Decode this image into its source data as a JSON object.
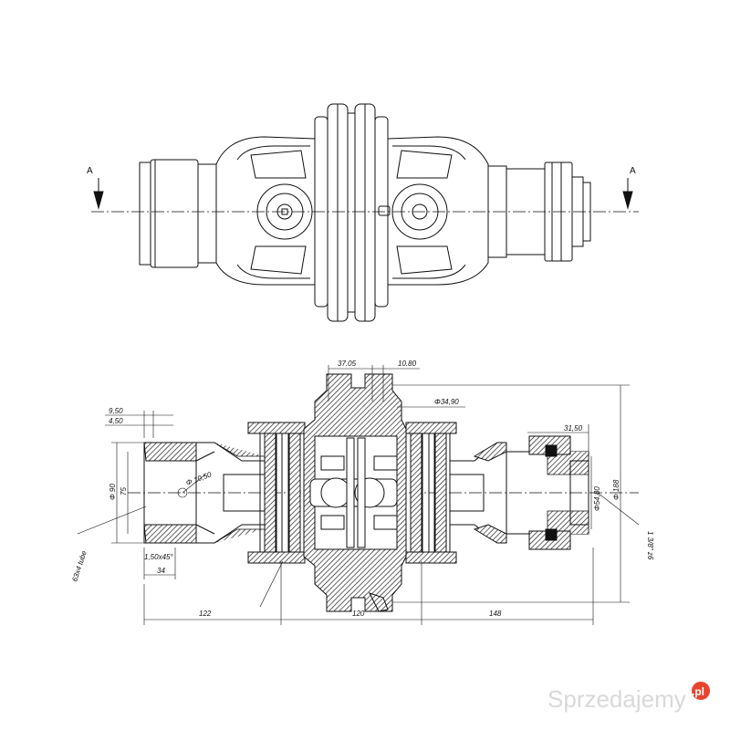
{
  "section_marks": {
    "left": "A",
    "right": "A"
  },
  "dimensions": {
    "d_37_05": "37.05",
    "d_10_80": "10.80",
    "d_phi_34_90": "Φ34,90",
    "d_9_50": "9,50",
    "d_4_50": "4,50",
    "d_phi_10_50": "Φ 10,50",
    "d_phi_90": "Φ 90",
    "d_75": "75",
    "d_chamfer": "1,50x45°",
    "d_34": "34",
    "d_tube": "63x4 tube",
    "d_31_50": "31,50",
    "d_phi_54_80": "Φ54,80",
    "d_phi_188": "Φ 188",
    "d_spline": "1 3/8\" z6",
    "d_122": "122",
    "d_120": "120",
    "d_148": "148"
  },
  "watermark": {
    "text": "Sprzedajemy",
    "dot": ".pl",
    "color": "#d9d9d9",
    "badge_color": "#e8432e"
  },
  "colors": {
    "line": "#111111",
    "hatch": "#333333"
  }
}
